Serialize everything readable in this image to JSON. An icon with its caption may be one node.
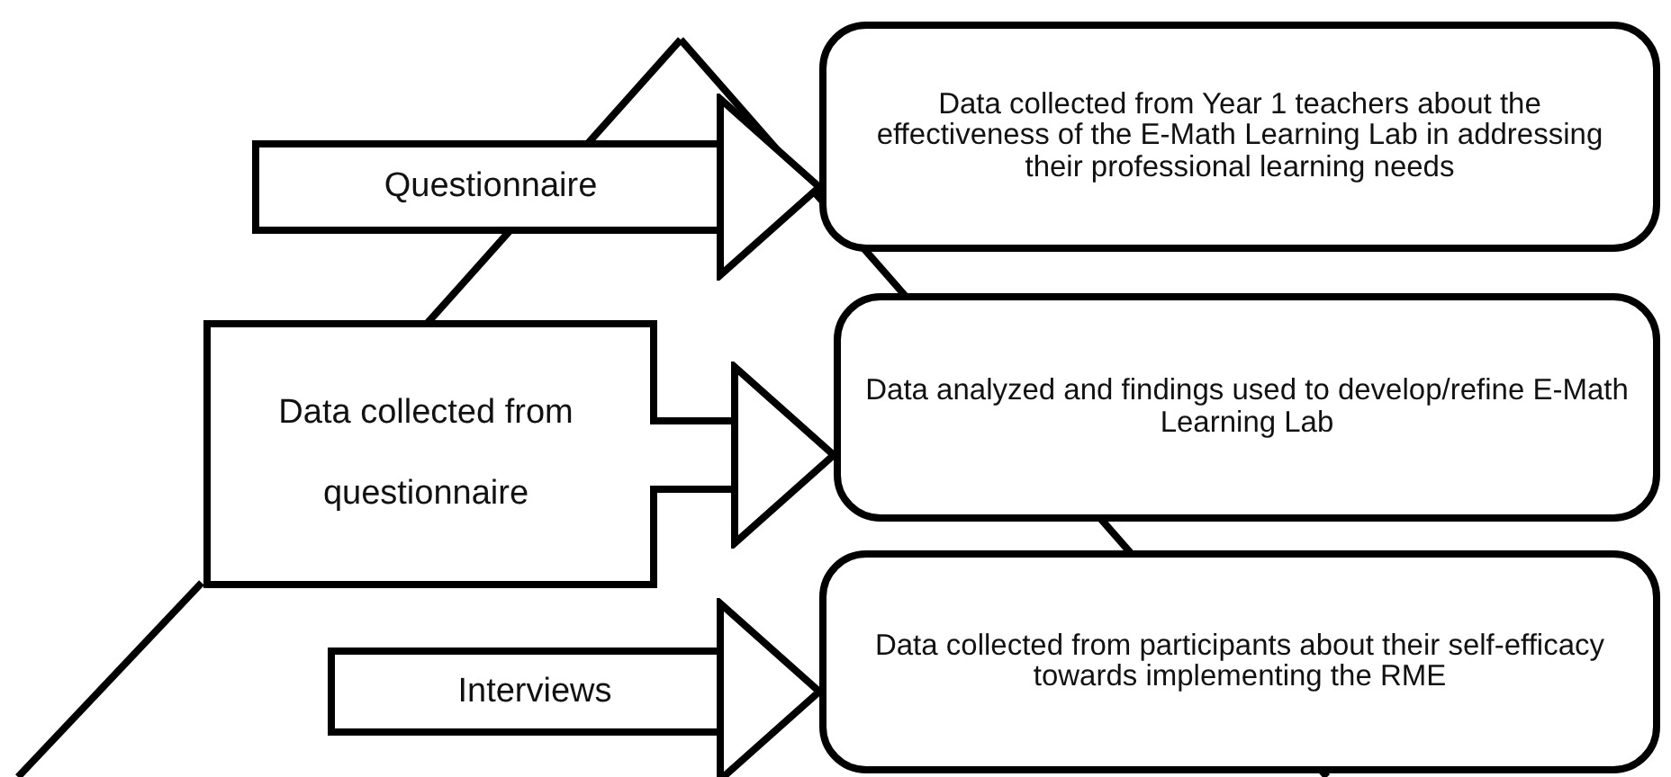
{
  "diagram": {
    "nodes": [
      {
        "text": [
          "Questionnaire"
        ]
      },
      {
        "text": [
          "Data collected from Year 1 teachers about the effectiveness of the E-Math Learning Lab in addressing their professional learning needs"
        ]
      },
      {
        "text": [
          "Data collected from questionnaire"
        ]
      },
      {
        "text": [
          "Data analyzed and findings used to develop/refine E-Math Learning Lab"
        ]
      },
      {
        "text": [
          "Interviews"
        ]
      },
      {
        "text": [
          "Data collected from participants about their self-efficacy towards implementing the RME"
        ]
      }
    ],
    "edges": [
      {
        "from": 0,
        "to": 1,
        "arrow": "to"
      },
      {
        "from": 2,
        "to": 3,
        "arrow": "to"
      },
      {
        "from": 4,
        "to": 5,
        "arrow": "to"
      }
    ]
  }
}
